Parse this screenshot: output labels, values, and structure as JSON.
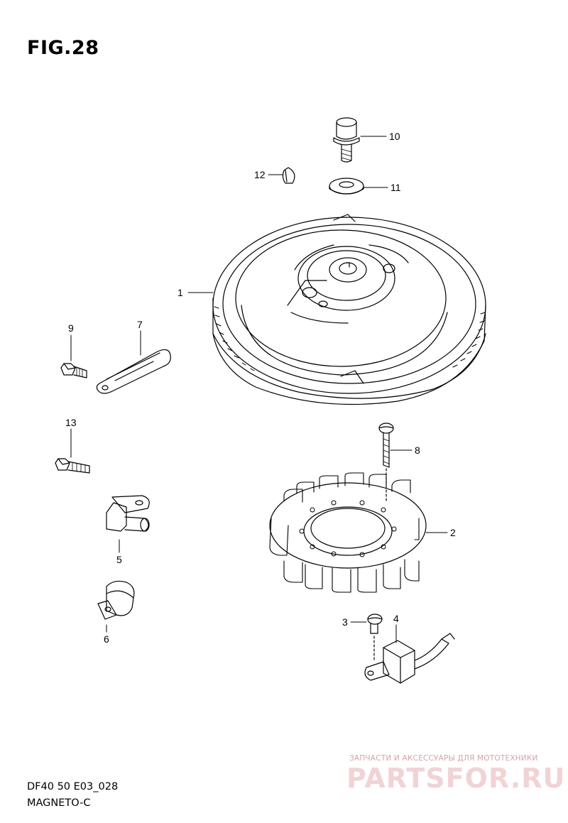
{
  "figure": {
    "title": "FIG.28",
    "code": "DF40 50 E03_028",
    "name": "MAGNETO-C"
  },
  "callouts": [
    "1",
    "2",
    "3",
    "4",
    "5",
    "6",
    "7",
    "8",
    "9",
    "10",
    "11",
    "12",
    "13"
  ],
  "watermark": {
    "tagline": "ЗАПЧАСТИ И АКСЕССУАРЫ ДЛЯ МОТОТЕХНИКИ",
    "logo": "PARTSFOR.RU",
    "color": "#e8b8bd"
  },
  "colors": {
    "line": "#000000",
    "background": "#ffffff"
  }
}
